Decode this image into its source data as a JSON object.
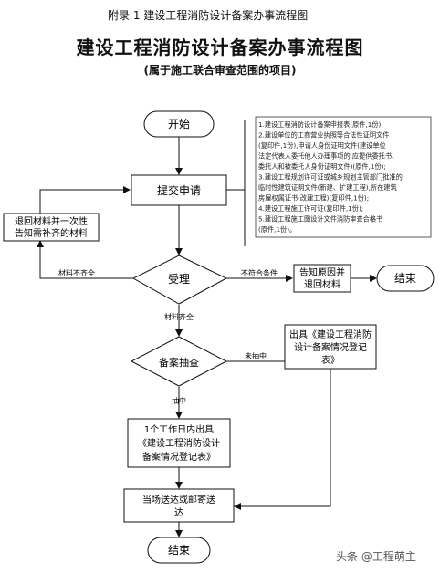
{
  "appendix_title": "附录 1 建设工程消防设计备案办事流程图",
  "main_title": "建设工程消防设计备案办事流程图",
  "subtitle": "(属于施工联合审查范围的项目)",
  "nodes": {
    "start": "开始",
    "submit": "提交申请",
    "return_materials": [
      "退回材料并一次性",
      "告知需补齐的材料"
    ],
    "accept": "受理",
    "notify_return": [
      "告知原因并",
      "退回材料"
    ],
    "end_right": "结束",
    "spot_check": "备案抽查",
    "issue_record": [
      "出具《建设工程消防",
      "设计备案情况登记",
      "表》"
    ],
    "workday_issue": [
      "1个工作日内出具",
      "《建设工程消防设计",
      "备案情况登记表》"
    ],
    "deliver": [
      "当场送达或邮寄送",
      "达"
    ],
    "end_bottom": "结束"
  },
  "edge_labels": {
    "incomplete": "材料不齐全",
    "not_compliant": "不符合条件",
    "complete": "材料齐全",
    "not_selected": "未抽中",
    "selected": "抽中"
  },
  "materials_note": [
    "1.建设工程消防设计备案申报表(原件,1份);",
    "2.建设单位的工商营业执照等合法性证明文件",
    "(复印件,1份),申请人身份证明文件(建设单位",
    "法定代表人委托他人办理事项的,应提供委托书、",
    "委托人和被委托人身份证明文件)(原件,1份);",
    "3.建设工程规划许可证或城乡规划主管部门批准的",
    "临时性建筑证明文件(新建、扩建工程),所在建筑",
    "房屋权属证书(改建工程)(复印件,1份);",
    "4.建设工程施工许可证(复印件,1份);",
    "5.建设工程施工图设计文件消防审查合格书",
    "(原件,1份)。"
  ],
  "watermark": "头条 @工程萌主"
}
